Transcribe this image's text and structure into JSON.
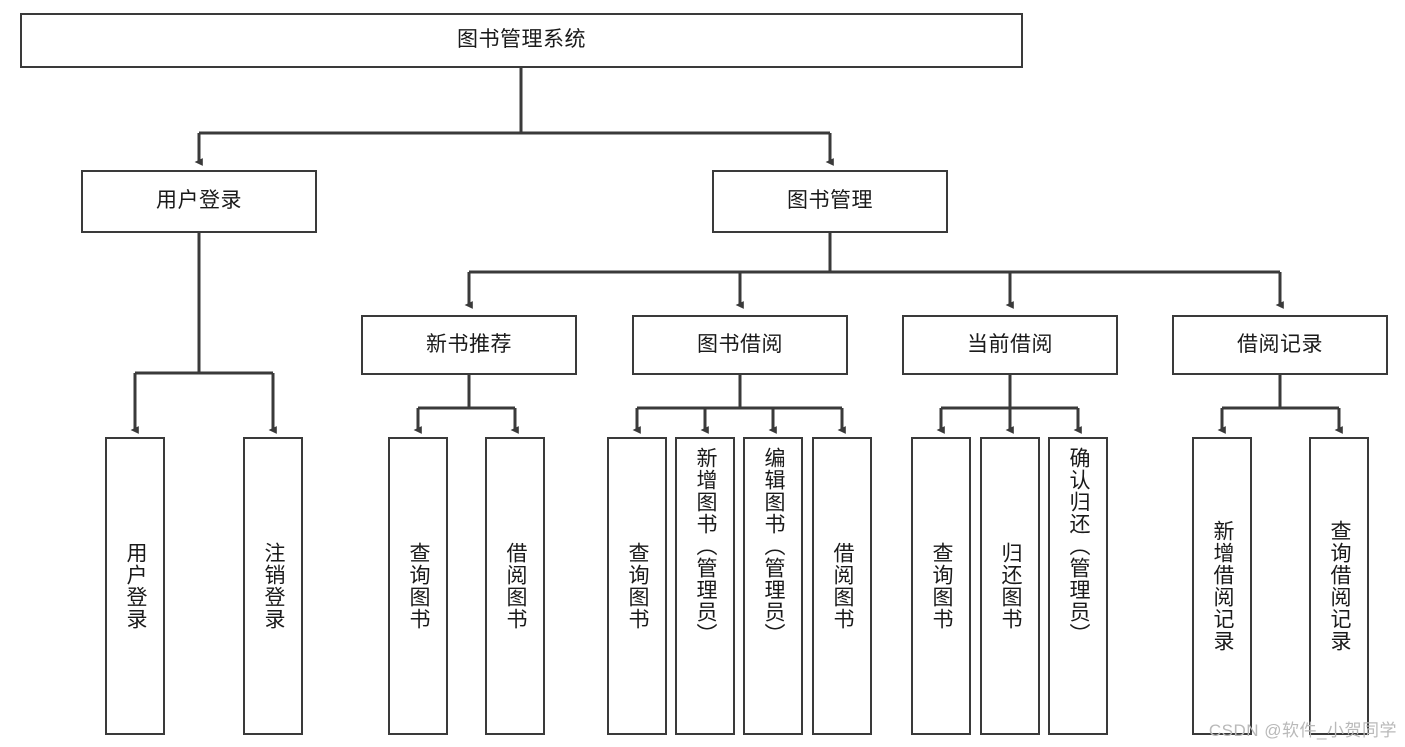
{
  "diagram": {
    "title": "图书管理系统",
    "type": "hierarchy-tree",
    "watermark": "CSDN @软件_小贺同学",
    "colors": {
      "box_border": "#3a3a3a",
      "box_fill": "#ffffff",
      "connector": "#3a3a3a",
      "text": "#1a1a1a",
      "watermark": "#b9b9b9"
    },
    "root": {
      "label": "图书管理系统"
    },
    "level2": [
      {
        "label": "用户登录"
      },
      {
        "label": "图书管理"
      }
    ],
    "level3": [
      {
        "label": "新书推荐"
      },
      {
        "label": "图书借阅"
      },
      {
        "label": "当前借阅"
      },
      {
        "label": "借阅记录"
      }
    ],
    "leaves_user_login": [
      {
        "label": "用户登录"
      },
      {
        "label": "注销登录"
      }
    ],
    "leaves_new_book": [
      {
        "label": "查询图书"
      },
      {
        "label": "借阅图书"
      }
    ],
    "leaves_borrow": [
      {
        "label": "查询图书"
      },
      {
        "label": "新增图书（管理员）"
      },
      {
        "label": "编辑图书（管理员）"
      },
      {
        "label": "借阅图书"
      }
    ],
    "leaves_current": [
      {
        "label": "查询图书"
      },
      {
        "label": "归还图书"
      },
      {
        "label": "确认归还（管理员）"
      }
    ],
    "leaves_records": [
      {
        "label": "新增借阅记录"
      },
      {
        "label": "查询借阅记录"
      }
    ]
  }
}
